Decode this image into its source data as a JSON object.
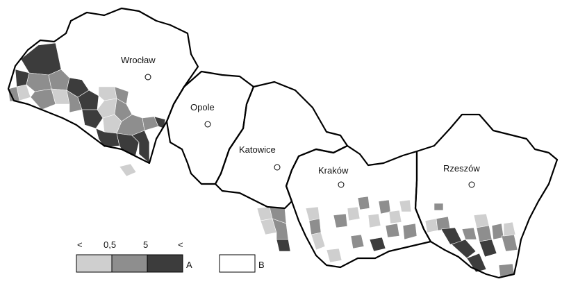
{
  "cities": [
    {
      "name": "Wrocław"
    },
    {
      "name": "Opole"
    },
    {
      "name": "Katowice"
    },
    {
      "name": "Kraków"
    },
    {
      "name": "Rzeszów"
    }
  ],
  "legend": {
    "thresholds": [
      "<",
      "0,5",
      "5",
      "<"
    ],
    "group_a_label": "A",
    "group_b_label": "B"
  },
  "colors": {
    "light": "#cfcfcf",
    "medium": "#8e8e8e",
    "dark": "#3c3c3c",
    "none": "#ffffff",
    "border": "#000000"
  }
}
